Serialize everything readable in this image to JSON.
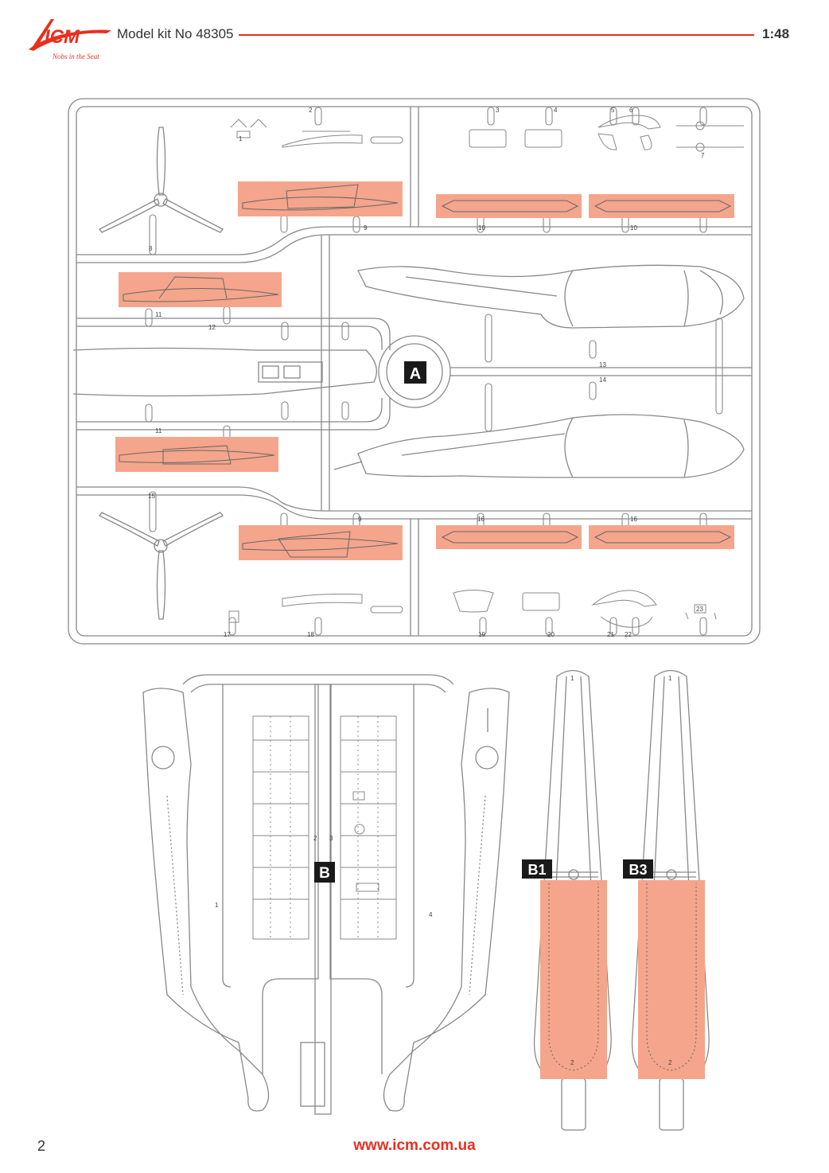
{
  "header": {
    "brand_initials": "ICM",
    "brand_tagline": "Nobs in the Seat",
    "kit_title": "Model kit No 48305",
    "scale": "1:48"
  },
  "sprue_a": {
    "label": "A",
    "part_numbers": [
      "1",
      "2",
      "3",
      "4",
      "5",
      "6",
      "7",
      "8",
      "9",
      "10",
      "10",
      "11",
      "12",
      "13",
      "14",
      "11",
      "15",
      "9",
      "16",
      "16",
      "17",
      "18",
      "19",
      "20",
      "21",
      "22",
      "23"
    ]
  },
  "sprue_b": {
    "label": "B",
    "part_numbers": [
      "1",
      "2",
      "3",
      "4"
    ]
  },
  "sprue_b1": {
    "label": "B1",
    "part_numbers": [
      "1",
      "2"
    ]
  },
  "sprue_b3": {
    "label": "B3",
    "part_numbers": [
      "1",
      "2"
    ]
  },
  "colors": {
    "brand_red": "#e8301f",
    "highlight": "#f4a58c",
    "sprue_line": "#777777"
  },
  "footer": {
    "page_number": "2",
    "website": "www.icm.com.ua"
  }
}
